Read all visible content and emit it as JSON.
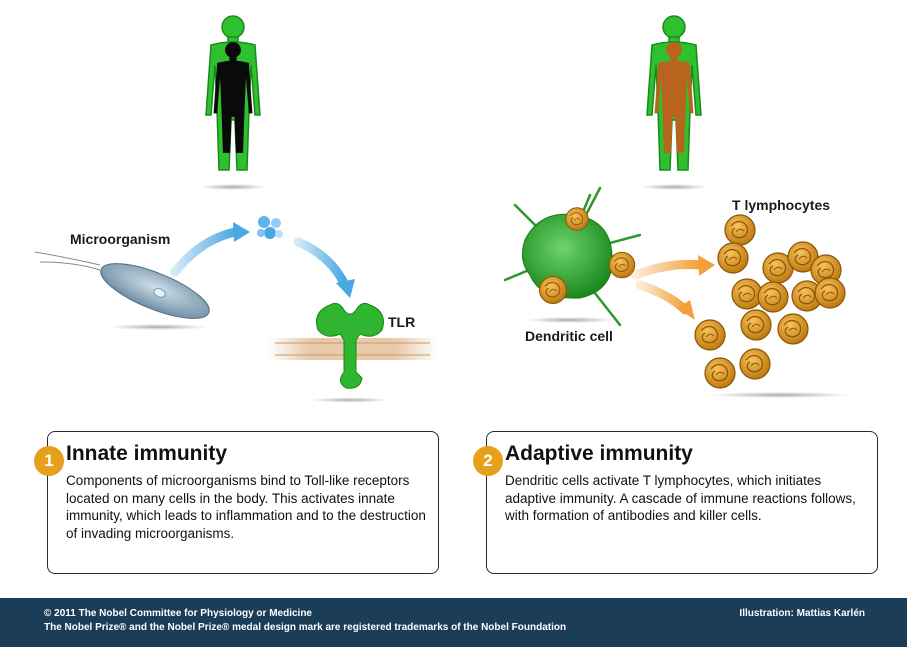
{
  "labels": {
    "microorganism": "Microorganism",
    "tlr": "TLR",
    "t_lymphocytes": "T lymphocytes",
    "dendritic_cell": "Dendritic cell"
  },
  "panels": [
    {
      "number": "1",
      "title": "Innate immunity",
      "text": "Components of microorganisms bind to Toll-like receptors located on many cells in the body. This activates innate immunity, which leads to inflammation and to the destruction of invading microorganisms."
    },
    {
      "number": "2",
      "title": "Adaptive immunity",
      "text": "Dendritic cells activate T lymphocytes, which initiates adaptive immunity. A cascade of immune reactions follows, with formation of antibodies and killer cells."
    }
  ],
  "footer": {
    "copyright": "© 2011 The Nobel Committee for Physiology or Medicine",
    "trademark": "The Nobel Prize® and the Nobel Prize® medal design mark are registered trademarks of the Nobel Foundation",
    "credit": "Illustration: Mattias Karlén"
  },
  "colors": {
    "body_outline": "#2fc02f",
    "innate_body_fill": "#0a0a0a",
    "adaptive_body_fill": "#b8641e",
    "arrow_blue": "#4aa8e0",
    "arrow_orange": "#f2a03a",
    "badge": "#e5a11c",
    "footer_bg": "#1c3d57",
    "tlr_green": "#2fb52f",
    "lymphocyte": "#e09a22"
  }
}
